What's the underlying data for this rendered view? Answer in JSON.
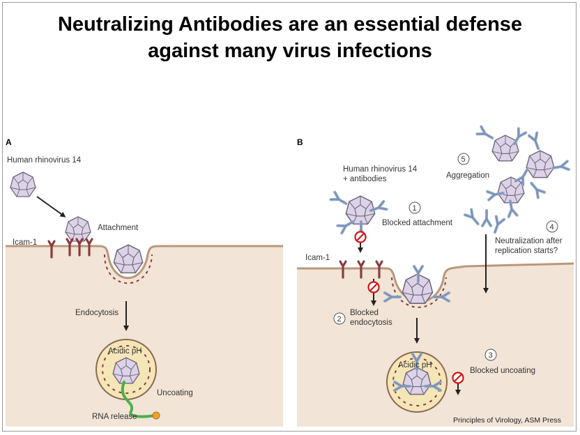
{
  "title": {
    "line1": "Neutralizing Antibodies are an essential defense",
    "line2": "against many virus infections"
  },
  "panel_a": {
    "letter": "A",
    "virus_label": "Human rhinovirus 14",
    "attachment": "Attachment",
    "receptor": "Icam-1",
    "endocytosis": "Endocytosis",
    "acidic_ph": "Acidic pH",
    "uncoating": "Uncoating",
    "rna_release": "RNA release"
  },
  "panel_b": {
    "letter": "B",
    "virus_label_line1": "Human rhinovirus 14",
    "virus_label_line2": "+ antibodies",
    "step1_num": "1",
    "step1": "Blocked attachment",
    "receptor": "Icam-1",
    "step2_num": "2",
    "step2_line1": "Blocked",
    "step2_line2": "endocytosis",
    "step3_num": "3",
    "step3": "Blocked uncoating",
    "acidic_ph": "Acidic pH",
    "step4_num": "4",
    "step4_line1": "Neutralization after",
    "step4_line2": "replication starts?",
    "step5_num": "5",
    "step5": "Aggregation"
  },
  "credit": "Principles of Virology, ASM Press",
  "colors": {
    "cell": "#f2e4d6",
    "membrane": "#b8987a",
    "receptor": "#8a3b3e",
    "virus": "#ddd3e8",
    "virus_stroke": "#6f6578",
    "antibody": "#8fa6c8",
    "endosome": "#f5e6b8",
    "rna": "#4cb04c",
    "cap": "#f0a030",
    "block": "#d01818"
  }
}
